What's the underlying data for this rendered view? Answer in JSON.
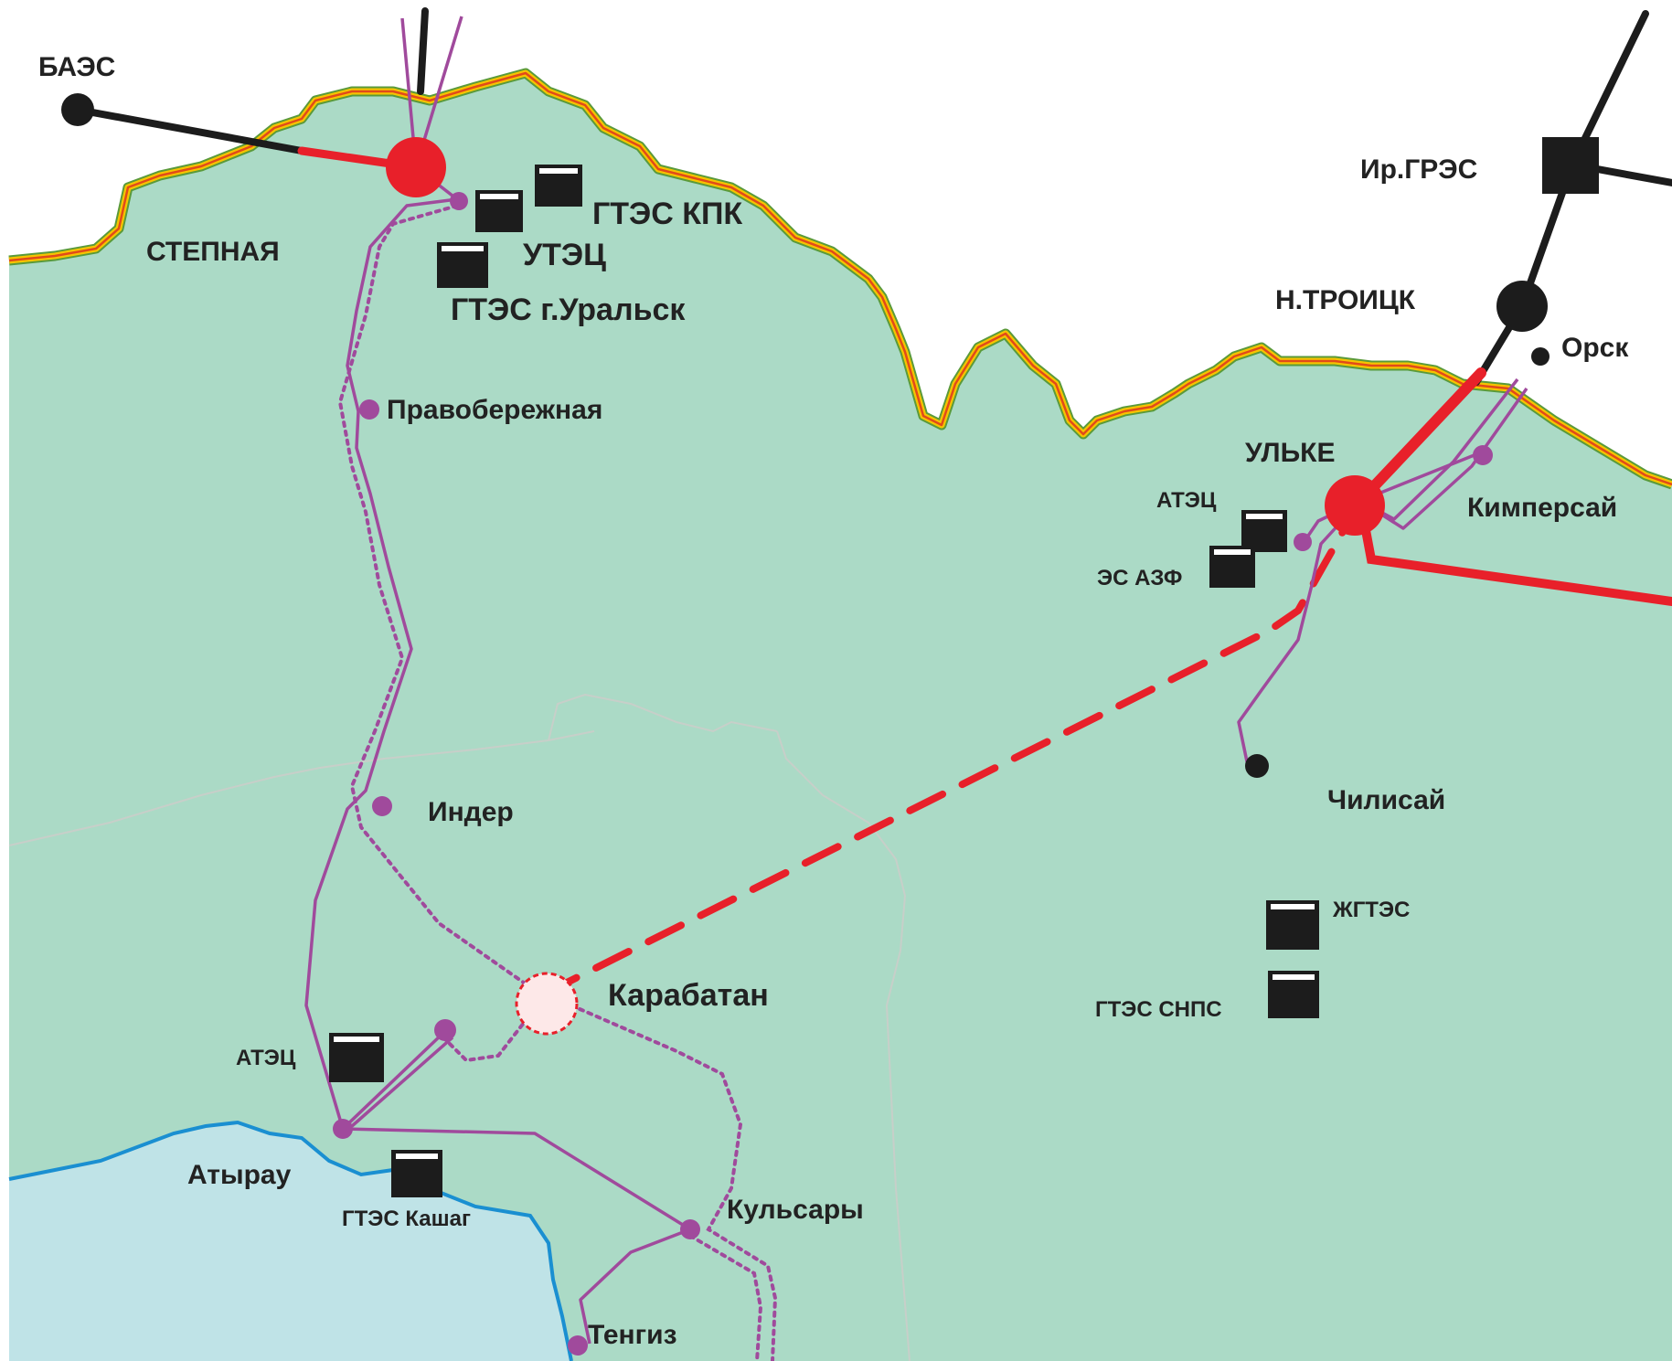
{
  "colors": {
    "land": "#abdac6",
    "outside": "#ffffff",
    "sea": "#bfe3e7",
    "coast": "#1a8fd1",
    "border_outer": "#5a9a3a",
    "border_mid": "#f5c400",
    "border_inner": "#e24a1a",
    "line_500kv": "#e8202a",
    "line_220kv": "#a04a9c",
    "line_foreign": "#1c1c1c",
    "station_fill": "#1c1c1c",
    "region_border": "#c7cfc9"
  },
  "labels": {
    "baes": "БАЭС",
    "stepnaya": "СТЕПНАЯ",
    "gtes_kpk": "ГТЭС КПК",
    "utec": "УТЭЦ",
    "gtes_uralsk": "ГТЭС г.Уральск",
    "pravoberezhnaya": "Правобережная",
    "inder": "Индер",
    "karabatan": "Карабатан",
    "atec_atyrau": "АТЭЦ",
    "atyrau": "Атырау",
    "gtes_kashag": "ГТЭС Кашаг",
    "kulsary": "Кульсары",
    "tengiz": "Тенгиз",
    "ir_gres": "Ир.ГРЭС",
    "n_troick": "Н.ТРОИЦК",
    "orsk": "Орск",
    "ulke": "УЛЬКЕ",
    "atec_aktobe": "АТЭЦ",
    "es_azf": "ЭС АЗФ",
    "kimpersai": "Кимперсай",
    "chilisai": "Чилисай",
    "zhgtes": "ЖГТЭС",
    "gtes_snps": "ГТЭС СНПС"
  },
  "icons": {
    "power_plant": "power-plant-icon",
    "substation": "substation-icon",
    "substation_500": "substation-500kv-icon",
    "planned_substation": "planned-substation-icon",
    "foreign_plant": "foreign-power-plant-icon"
  }
}
